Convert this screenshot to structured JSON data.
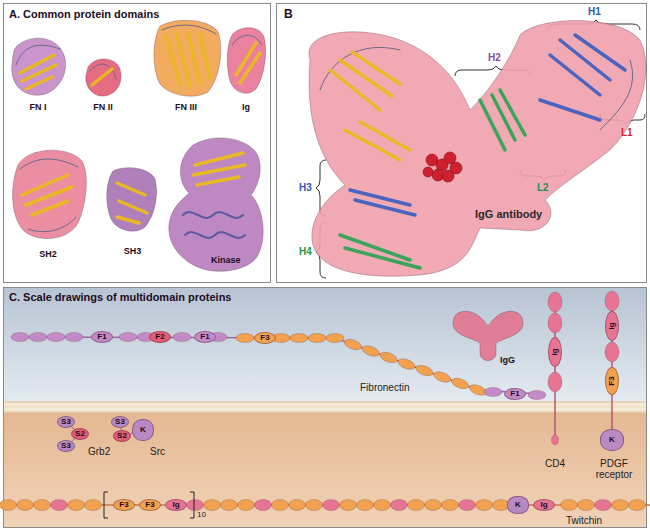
{
  "diagram": {
    "nodes": [
      {
        "text": [
          "A. Common protein domains"
        ]
      },
      {
        "text": [
          "FN I"
        ],
        "in": 0
      },
      {
        "text": [
          "FN II"
        ],
        "in": 0
      },
      {
        "text": [
          "FN III"
        ],
        "in": 0
      },
      {
        "text": [
          "Ig"
        ],
        "in": 0
      },
      {
        "text": [
          "SH2"
        ],
        "in": 0
      },
      {
        "text": [
          "SH3"
        ],
        "in": 0
      },
      {
        "text": [
          "Kinase"
        ],
        "in": 0
      },
      {
        "text": [
          "B"
        ]
      },
      {
        "text": [
          "IgG antibody"
        ],
        "in": 8
      },
      {
        "text": [
          "C. Scale drawings of multidomain proteins"
        ]
      },
      {
        "text": [
          "F1"
        ],
        "in": 10
      },
      {
        "text": [
          "F2"
        ],
        "in": 10
      },
      {
        "text": [
          "F1"
        ],
        "in": 10
      },
      {
        "text": [
          "F3"
        ],
        "in": 10
      },
      {
        "text": [
          "F1"
        ],
        "in": 10
      },
      {
        "text": [
          "IgG"
        ],
        "in": 10
      },
      {
        "text": [
          "Ig"
        ],
        "in": 10
      },
      {
        "text": [
          "Ig"
        ],
        "in": 10
      },
      {
        "text": [
          "F3"
        ],
        "in": 10
      },
      {
        "text": [
          "K"
        ],
        "in": 10
      },
      {
        "text": [
          "S3"
        ],
        "in": 10
      },
      {
        "text": [
          "S2"
        ],
        "in": 10
      },
      {
        "text": [
          "S3"
        ],
        "in": 10
      },
      {
        "text": [
          "S3"
        ],
        "in": 10
      },
      {
        "text": [
          "S2"
        ],
        "in": 10
      },
      {
        "text": [
          "K"
        ],
        "in": 10
      },
      {
        "text": [
          "F3"
        ],
        "in": 10
      },
      {
        "text": [
          "F3"
        ],
        "in": 10
      },
      {
        "text": [
          "Ig"
        ],
        "in": 10
      },
      {
        "text": [
          "K"
        ],
        "in": 10
      },
      {
        "text": [
          "Ig"
        ],
        "in": 10
      }
    ],
    "labels": [
      "H1",
      "H2",
      "L1",
      "L2",
      "H3",
      "H4",
      "Fibronectin",
      "CD4",
      "PDGF receptor",
      "Grb2",
      "Src",
      "10",
      "Twitchin"
    ]
  }
}
